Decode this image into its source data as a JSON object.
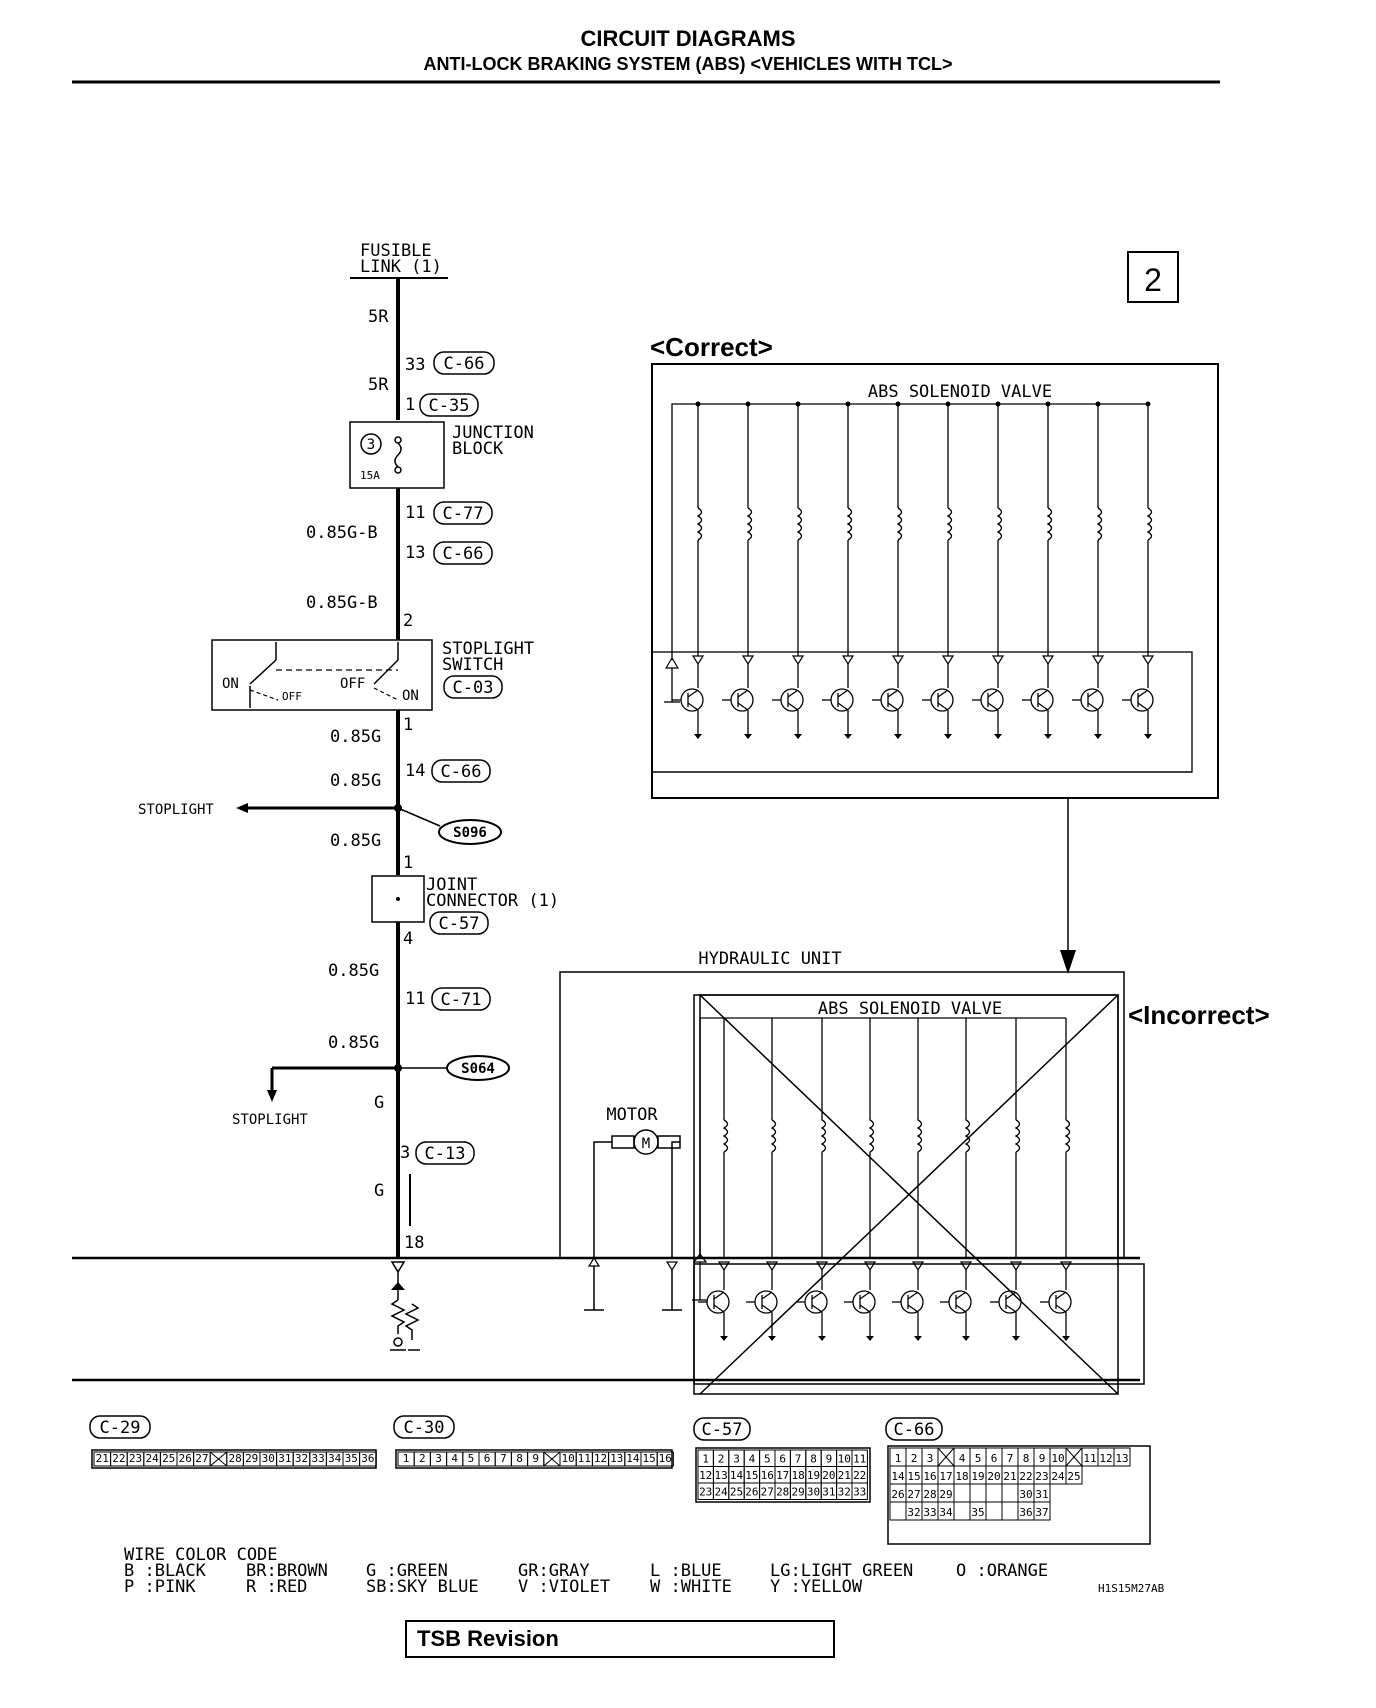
{
  "header": {
    "title": "CIRCUIT DIAGRAMS",
    "subtitle": "ANTI-LOCK BRAKING SYSTEM (ABS) <VEHICLES WITH TCL>"
  },
  "page_box": "2",
  "labels": {
    "correct": "<Correct>",
    "incorrect": "<Incorrect>",
    "abs_valve": "ABS SOLENOID VALVE",
    "hydraulic_unit": "HYDRAULIC UNIT",
    "motor": "MOTOR",
    "fusible_1": "FUSIBLE",
    "fusible_2": "LINK (1)",
    "junction_1": "JUNCTION",
    "junction_2": "BLOCK",
    "fuse_no": "3",
    "fuse_amp": "15A",
    "switch_1": "STOPLIGHT",
    "switch_2": "SWITCH",
    "on": "ON",
    "off": "OFF",
    "joint_1": "JOINT",
    "joint_2": "CONNECTOR (1)",
    "stoplight": "STOPLIGHT",
    "code_id": "H1S15M27AB"
  },
  "wires": {
    "w5r": "5R",
    "w085gb": "0.85G-B",
    "w085g": "0.85G",
    "wg": "G"
  },
  "pins": {
    "p33": "33",
    "p1": "1",
    "p11": "11",
    "p13": "13",
    "p2": "2",
    "p14": "14",
    "p4": "4",
    "p3": "3",
    "p18": "18"
  },
  "connectors": {
    "c66": "C-66",
    "c35": "C-35",
    "c77": "C-77",
    "c03": "C-03",
    "c57": "C-57",
    "c71": "C-71",
    "c13": "C-13",
    "c29": "C-29",
    "c30": "C-30"
  },
  "splices": {
    "s1": "S096",
    "s2": "S064"
  },
  "legend": {
    "title": "WIRE COLOR CODE",
    "row1": [
      "B :BLACK",
      "BR:BROWN",
      "G :GREEN",
      "GR:GRAY",
      "L :BLUE",
      "LG:LIGHT GREEN",
      "O :ORANGE"
    ],
    "row2": [
      "P :PINK",
      "R :RED",
      "SB:SKY BLUE",
      "V :VIOLET",
      "W :WHITE",
      "Y :YELLOW"
    ]
  },
  "tsb": "TSB Revision"
}
